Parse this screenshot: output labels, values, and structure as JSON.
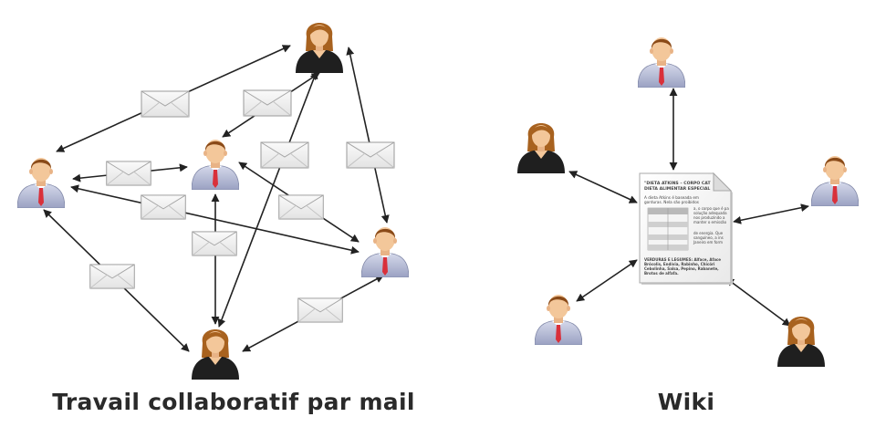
{
  "captions": {
    "left": "Travail collaboratif par mail",
    "right": "Wiki"
  },
  "document": {
    "heading": [
      "\"DIETA ATKINS – CORPO CAT",
      "DIETA ALIMENTAR ESPECIAL"
    ],
    "intro": [
      "A dieta Atkins é baseada em",
      "gorduras. Nela são proibidos"
    ],
    "side_top": [
      "a, o corpo que é pa",
      "solução adequada",
      "nos produzindo a",
      "manter o emissão"
    ],
    "side_mid": [
      "de energia. Que",
      "sanguíneo, a ins",
      "Janeiro em form"
    ],
    "footer": [
      "VERDURAS E LEGUMES: Alface, Aface",
      "Brócolis, Endívia, Rabinho, Chicóri",
      "Cebolinha, Salsa, Pepino, Rabanete,",
      "Brotos de alfafa."
    ]
  },
  "colors": {
    "arrow": "#222222",
    "envelope_fill": "#f2f2f2",
    "envelope_stroke": "#9a9a9a",
    "shirt": "#b9bfd6",
    "tie": "#d9303a",
    "skin": "#f3c79a",
    "hair_man": "#8a4a18",
    "hair_woman": "#a8621f",
    "suit_woman": "#1f1f1f"
  }
}
